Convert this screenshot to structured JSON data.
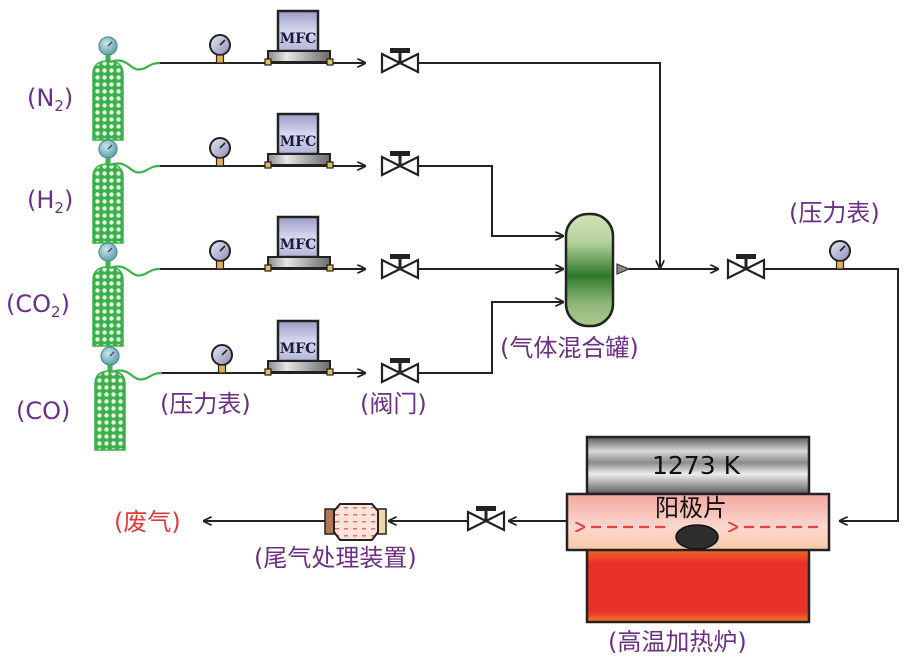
{
  "gas_lines": [
    {
      "gas": "N",
      "subscript": "2",
      "label": "(N2)"
    },
    {
      "gas": "H",
      "subscript": "2",
      "label": "(H2)"
    },
    {
      "gas": "CO",
      "subscript": "2",
      "label": "(CO2)"
    },
    {
      "gas": "CO",
      "subscript": "",
      "label": "(CO)"
    }
  ],
  "components": {
    "mfc_label": "MFC",
    "pressure_gauge_label": "(压力表)",
    "valve_label": "(阀门)",
    "mixer_label": "(气体混合罐)",
    "outlet_pressure_gauge_label": "(压力表)",
    "furnace_temperature": "1273 K",
    "anode_label": "阳极片",
    "furnace_label": "(高温加热炉)",
    "exhaust_treatment_label": "(尾气处理装置)",
    "exhaust_label": "(废气)"
  },
  "colors": {
    "label": "#6b2f86",
    "exhaust_label": "#e03a3a",
    "cylinder": "#3cb04a",
    "pipe": "#222222",
    "furnace_hot": "#e8312a",
    "mixer": "#3f7f2f"
  }
}
